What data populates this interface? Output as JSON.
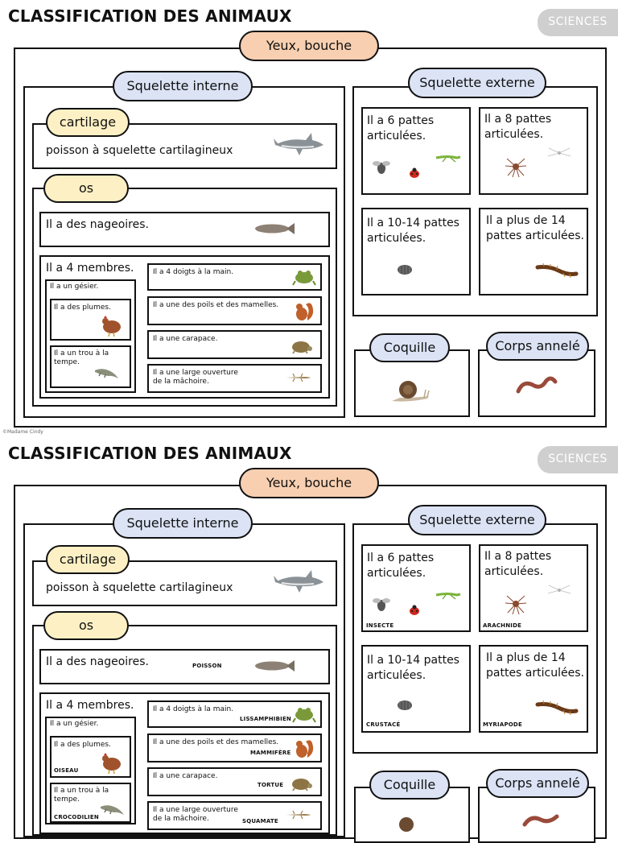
{
  "page": {
    "title": "CLASSIFICATION DES ANIMAUX",
    "badge": "SCIENCES",
    "credit": "©Madame Cindy"
  },
  "labels": {
    "yeux_bouche": "Yeux, bouche",
    "squelette_interne": "Squelette interne",
    "squelette_externe": "Squelette externe",
    "cartilage": "cartilage",
    "cartilage_desc": "poisson à squelette cartilagineux",
    "os": "os",
    "nageoires": "Il a des nageoires.",
    "membres": "Il a 4 membres.",
    "gesier": "Il a un gésier.",
    "plumes": "Il a des plumes.",
    "trou_tempe": "Il a un trou à la tempe.",
    "doigts": "Il a 4 doigts à la main.",
    "poils": "Il a une des poils et des mamelles.",
    "carapace": "Il a une carapace.",
    "machoire": "Il a une large ouverture de la mâchoire.",
    "pattes6": "Il a 6 pattes articulées.",
    "pattes8": "Il a 8 pattes articulées.",
    "pattes10": "Il a 10-14 pattes articulées.",
    "pattes14": "Il a plus de 14 pattes articulées.",
    "coquille": "Coquille",
    "corps_annele": "Corps annelé"
  },
  "tags": {
    "poisson": "POISSON",
    "oiseau": "OISEAU",
    "crocodilien": "CROCODILIEN",
    "lissamphibien": "LISSAMPHIBIEN",
    "mammifere": "MAMMIFÈRE",
    "tortue": "TORTUE",
    "squamate": "SQUAMATE",
    "insecte": "INSECTE",
    "arachnide": "ARACHNIDE",
    "crustace": "CRUSTACÉ",
    "myriapode": "MYRIAPODE"
  },
  "icons": [
    "shark-icon",
    "fish-icon",
    "hen-icon",
    "crocodile-icon",
    "frog-icon",
    "squirrel-icon",
    "turtle-icon",
    "lizard-icon",
    "fly-icon",
    "ladybug-icon",
    "grasshopper-icon",
    "spider-icon",
    "woodlouse-icon",
    "centipede-icon",
    "snail-icon",
    "worm-icon"
  ],
  "colors": {
    "peach": "#f8cfb0",
    "blue": "#dbe3f5",
    "cream": "#fdf0c4",
    "badge": "#cfcfcf"
  }
}
